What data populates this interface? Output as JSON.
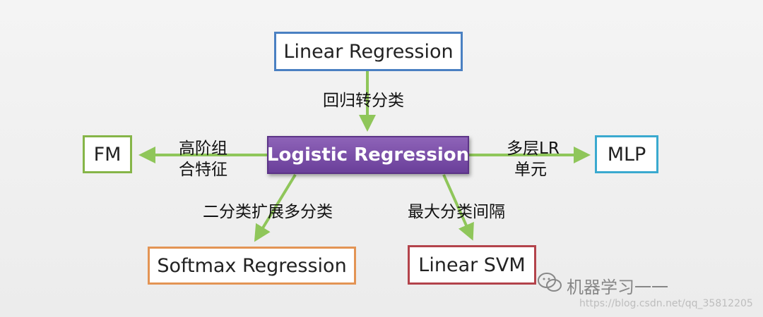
{
  "nodes": {
    "linear_regression": "Linear Regression",
    "logistic_regression": "Logistic Regression",
    "fm": "FM",
    "mlp": "MLP",
    "softmax_regression": "Softmax Regression",
    "linear_svm": "Linear SVM"
  },
  "edges": {
    "regression_to_classification": "回归转分类",
    "high_order_line1": "高阶组",
    "high_order_line2": "合特征",
    "multilayer_line1": "多层LR",
    "multilayer_line2": "单元",
    "binary_to_multiclass": "二分类扩展多分类",
    "max_margin": "最大分类间隔"
  },
  "watermark": {
    "account": "机器学习一一",
    "url": "https://blog.csdn.net/qq_35812205"
  },
  "colors": {
    "arrow": "#8fc65a",
    "logistic_fill": "#7b4fa8",
    "linear_regression_border": "#4a80c2",
    "fm_border": "#86b548",
    "mlp_border": "#3aa9cf",
    "softmax_border": "#e39454",
    "svm_border": "#b3434b"
  }
}
